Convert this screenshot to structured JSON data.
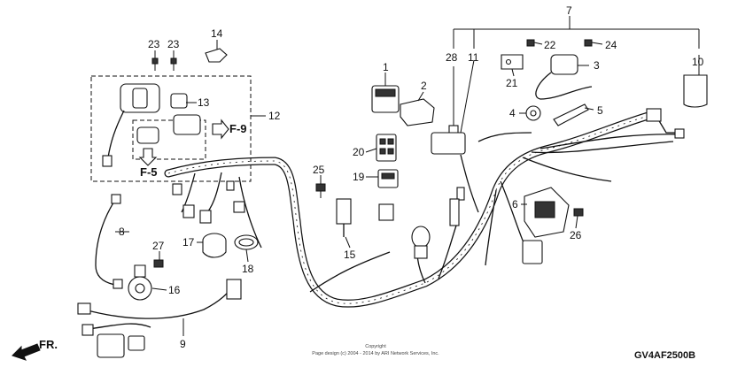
{
  "callouts": {
    "c1": "1",
    "c2": "2",
    "c3": "3",
    "c4": "4",
    "c5": "5",
    "c6": "6",
    "c7": "7",
    "c8": "8",
    "c9": "9",
    "c10": "10",
    "c11": "11",
    "c12": "12",
    "c13": "13",
    "c14": "14",
    "c15": "15",
    "c16": "16",
    "c17": "17",
    "c18": "18",
    "c19": "19",
    "c20": "20",
    "c21": "21",
    "c22": "22",
    "c23a": "23",
    "c23b": "23",
    "c24": "24",
    "c25": "25",
    "c26": "26",
    "c27": "27",
    "c28": "28"
  },
  "refs": {
    "f9": "F-9",
    "f5": "F-5"
  },
  "front_indicator": "FR.",
  "copyright": {
    "line1": "Copyright",
    "line2": "Page design (c) 2004 - 2014 by ARI Network Services, Inc."
  },
  "diagram_code": "GV4AF2500B"
}
